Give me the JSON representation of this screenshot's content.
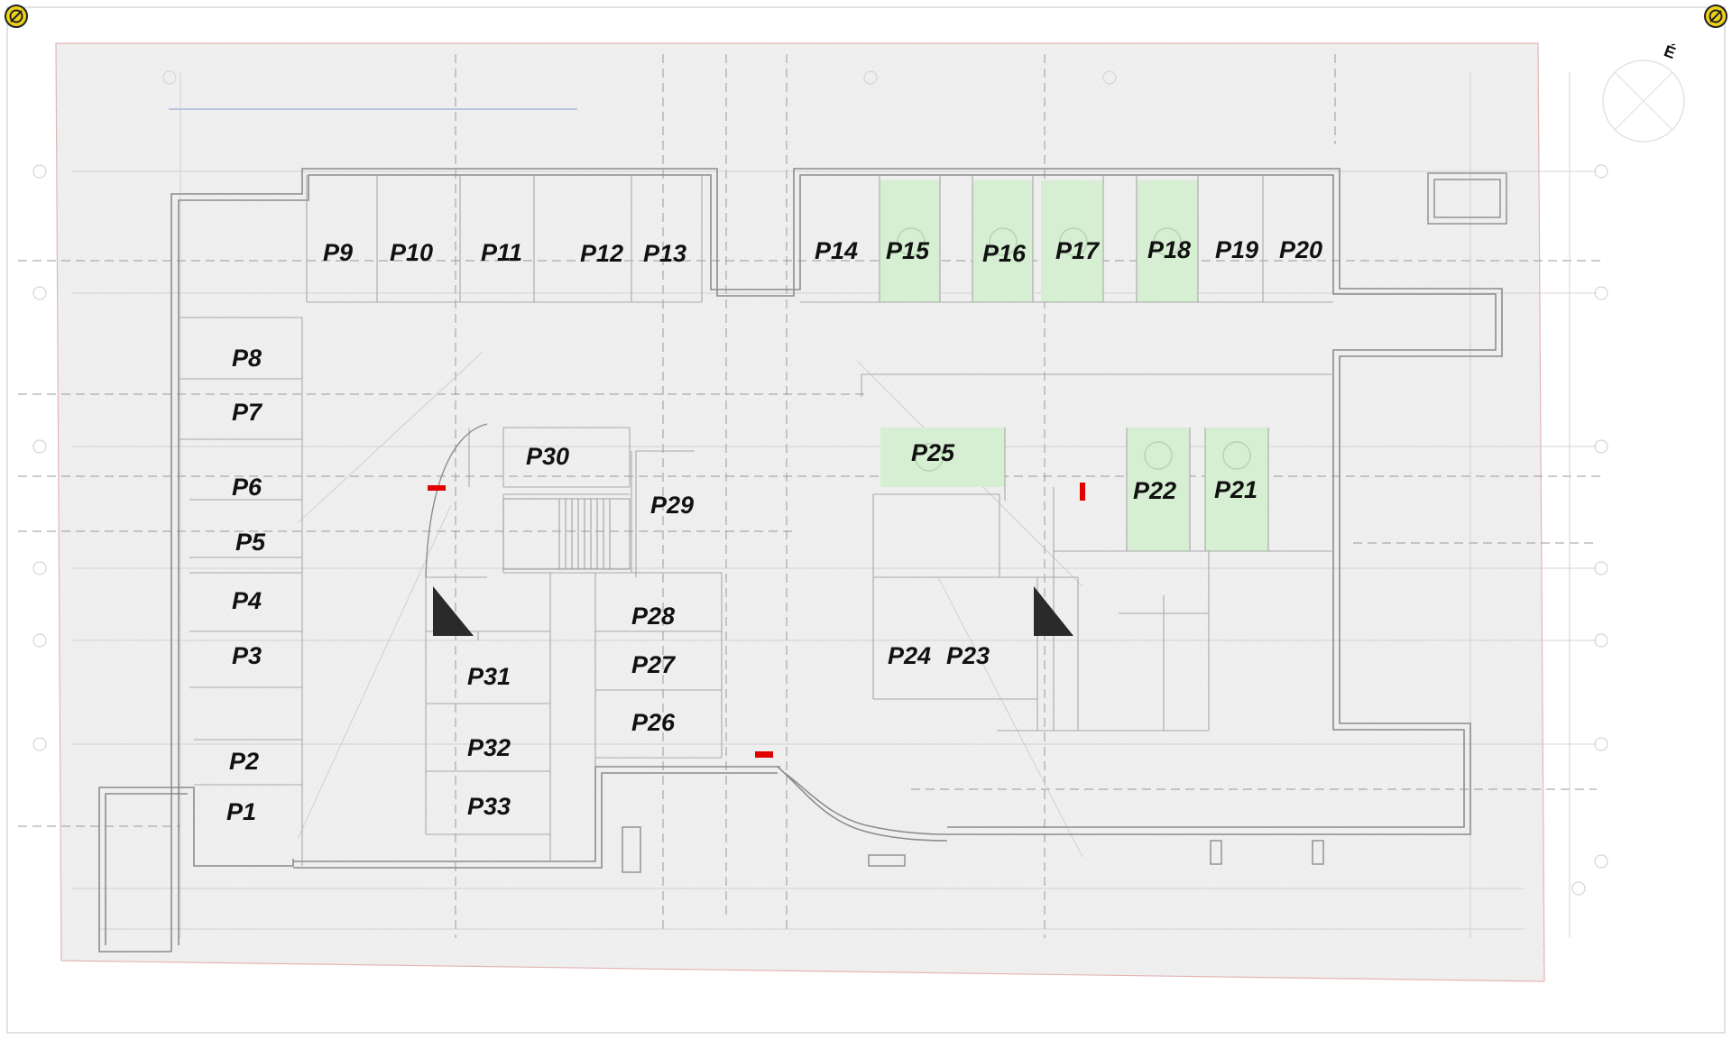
{
  "plan": {
    "north_label": "É",
    "colors": {
      "slab": "#eeeeee",
      "slab_border": "#e7b7b7",
      "wall": "#8a8a8a",
      "highlight_fill": "#d6efd2",
      "marker": "#e00000",
      "text": "#111111"
    },
    "corner_icons": [
      "prohibited-icon",
      "prohibited-icon"
    ],
    "spaces": [
      {
        "id": "P1",
        "label": "P1",
        "highlighted": false
      },
      {
        "id": "P2",
        "label": "P2",
        "highlighted": false
      },
      {
        "id": "P3",
        "label": "P3",
        "highlighted": false
      },
      {
        "id": "P4",
        "label": "P4",
        "highlighted": false
      },
      {
        "id": "P5",
        "label": "P5",
        "highlighted": false
      },
      {
        "id": "P6",
        "label": "P6",
        "highlighted": false
      },
      {
        "id": "P7",
        "label": "P7",
        "highlighted": false
      },
      {
        "id": "P8",
        "label": "P8",
        "highlighted": false
      },
      {
        "id": "P9",
        "label": "P9",
        "highlighted": false
      },
      {
        "id": "P10",
        "label": "P10",
        "highlighted": false
      },
      {
        "id": "P11",
        "label": "P11",
        "highlighted": false
      },
      {
        "id": "P12",
        "label": "P12",
        "highlighted": false
      },
      {
        "id": "P13",
        "label": "P13",
        "highlighted": false
      },
      {
        "id": "P14",
        "label": "P14",
        "highlighted": false
      },
      {
        "id": "P15",
        "label": "P15",
        "highlighted": true
      },
      {
        "id": "P16",
        "label": "P16",
        "highlighted": true
      },
      {
        "id": "P17",
        "label": "P17",
        "highlighted": true
      },
      {
        "id": "P18",
        "label": "P18",
        "highlighted": true
      },
      {
        "id": "P19",
        "label": "P19",
        "highlighted": false
      },
      {
        "id": "P20",
        "label": "P20",
        "highlighted": false
      },
      {
        "id": "P21",
        "label": "P21",
        "highlighted": true
      },
      {
        "id": "P22",
        "label": "P22",
        "highlighted": true
      },
      {
        "id": "P23",
        "label": "P23",
        "highlighted": false
      },
      {
        "id": "P24",
        "label": "P24",
        "highlighted": false
      },
      {
        "id": "P25",
        "label": "P25",
        "highlighted": true
      },
      {
        "id": "P26",
        "label": "P26",
        "highlighted": false
      },
      {
        "id": "P27",
        "label": "P27",
        "highlighted": false
      },
      {
        "id": "P28",
        "label": "P28",
        "highlighted": false
      },
      {
        "id": "P29",
        "label": "P29",
        "highlighted": false
      },
      {
        "id": "P30",
        "label": "P30",
        "highlighted": false
      },
      {
        "id": "P31",
        "label": "P31",
        "highlighted": false
      },
      {
        "id": "P32",
        "label": "P32",
        "highlighted": false
      },
      {
        "id": "P33",
        "label": "P33",
        "highlighted": false
      }
    ]
  }
}
